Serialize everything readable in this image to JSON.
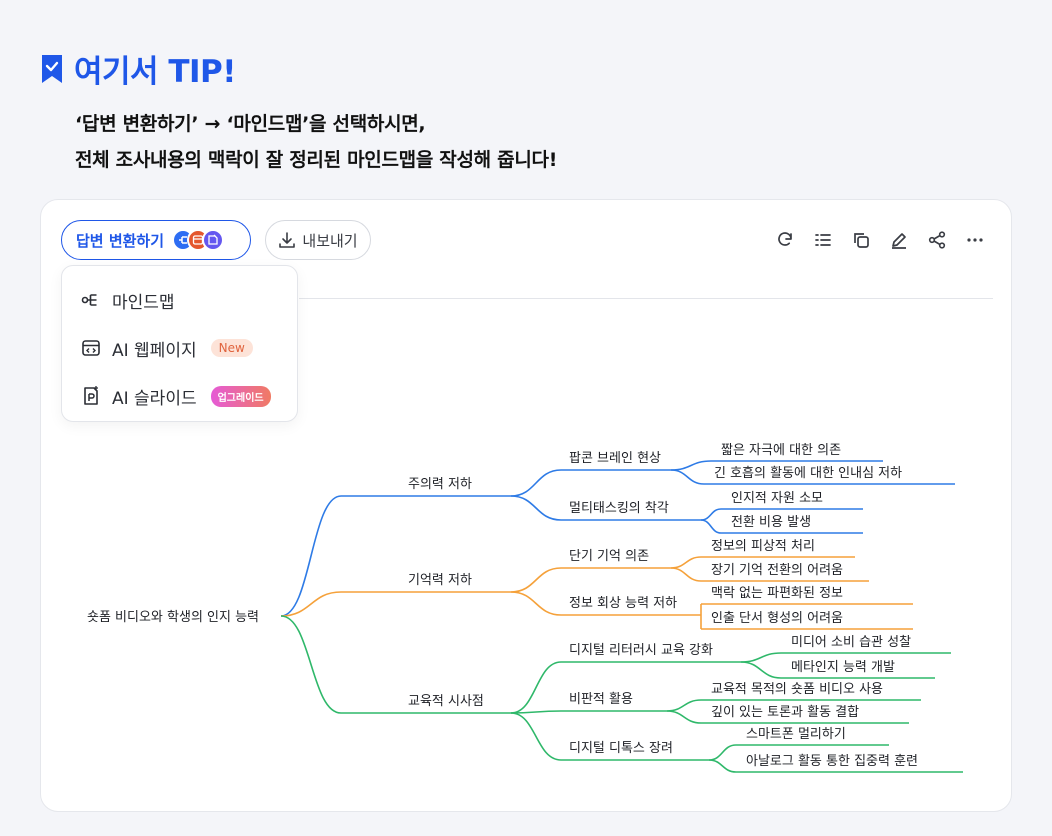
{
  "tip": {
    "title": "여기서 TIP!",
    "line1": "‘답변 변환하기’ → ‘마인드맵’을 선택하시면,",
    "line2": "전체 조사내용의 맥락이 잘 정리된 마인드맵을 작성해 줍니다!"
  },
  "toolbar": {
    "convert_label": "답변 변환하기",
    "export_label": "내보내기",
    "chips": [
      "마인드맵",
      "웹페이지",
      "슬라이드"
    ],
    "tools": [
      "refresh-icon",
      "outline-icon",
      "copy-icon",
      "edit-icon",
      "share-icon",
      "more-icon"
    ]
  },
  "dropdown": {
    "items": [
      {
        "label": "마인드맵",
        "icon": "mindmap-icon"
      },
      {
        "label": "AI 웹페이지",
        "icon": "webpage-icon",
        "badge": "New"
      },
      {
        "label": "AI 슬라이드",
        "icon": "slide-icon",
        "badge": "업그레이드"
      }
    ]
  },
  "mindmap": {
    "root": "숏폼 비디오와 학생의 인지 능력",
    "colors": {
      "blue": "#2e7be6",
      "orange": "#f5a13a",
      "green": "#2fb86a",
      "accent": "#1f57e8"
    },
    "branches": [
      {
        "label": "주의력 저하",
        "color": "blue",
        "children": [
          {
            "label": "팝콘 브레인 현상",
            "leaves": [
              "짧은 자극에 대한 의존",
              "긴 호흡의 활동에 대한 인내심 저하"
            ]
          },
          {
            "label": "멀티태스킹의 착각",
            "leaves": [
              "인지적 자원 소모",
              "전환 비용 발생"
            ]
          }
        ]
      },
      {
        "label": "기억력 저하",
        "color": "orange",
        "children": [
          {
            "label": "단기 기억 의존",
            "leaves": [
              "정보의 피상적 처리",
              "장기 기억 전환의 어려움"
            ]
          },
          {
            "label": "정보 회상 능력 저하",
            "leaves": [
              "맥락 없는 파편화된 정보",
              "인출 단서 형성의 어려움"
            ]
          }
        ]
      },
      {
        "label": "교육적 시사점",
        "color": "green",
        "children": [
          {
            "label": "디지털 리터러시 교육 강화",
            "leaves": [
              "미디어 소비 습관 성찰",
              "메타인지 능력 개발"
            ]
          },
          {
            "label": "비판적 활용",
            "leaves": [
              "교육적 목적의 숏폼 비디오 사용",
              "깊이 있는 토론과 활동 결합"
            ]
          },
          {
            "label": "디지털 디톡스 장려",
            "leaves": [
              "스마트폰 멀리하기",
              "아날로그 활동 통한 집중력 훈련"
            ]
          }
        ]
      }
    ]
  }
}
